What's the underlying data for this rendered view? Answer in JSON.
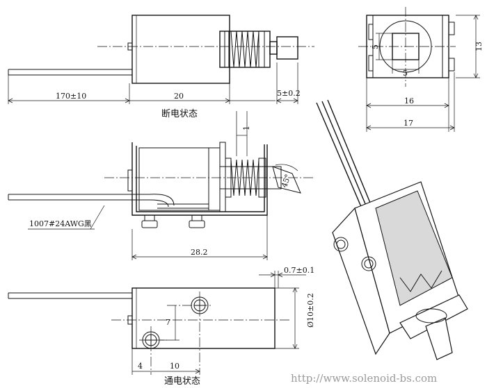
{
  "views": {
    "top": {
      "caption": "断电状态"
    },
    "bottom": {
      "caption": "通电状态"
    }
  },
  "dimensions": {
    "lead_length": "170±10",
    "body_length": "20",
    "plunger_ext": "5±0.2",
    "end_square_a": "5",
    "end_square_b": "5",
    "end_height": "13",
    "end_width_inner": "16",
    "end_width_outer": "17",
    "stroke": "1",
    "angle": "45°",
    "total_length": "28.2",
    "wire_spec": "1007#24AWG黑",
    "bracket_thickness": "0.7±0.1",
    "diameter": "Ø10±0.2",
    "hole_pitch_v": "7",
    "edge_offset": "4",
    "hole_pitch_h": "10"
  },
  "watermark": "http://www.solenoid-bs.com"
}
